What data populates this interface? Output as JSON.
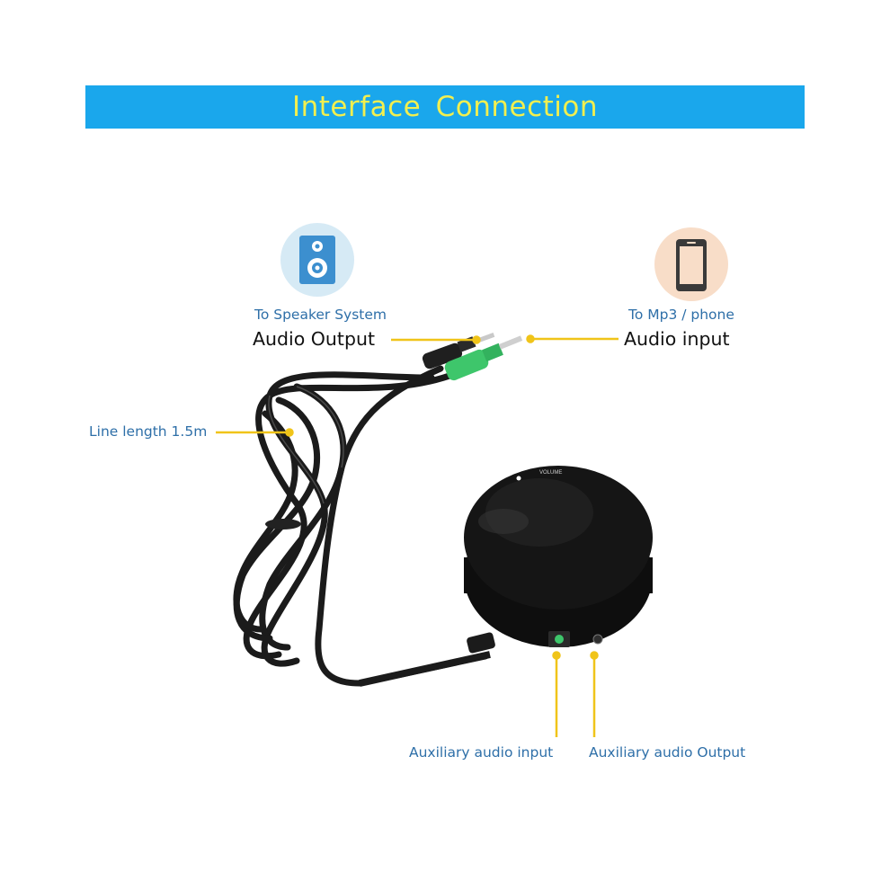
{
  "banner": {
    "title": "Interface  Connection"
  },
  "labels": {
    "speaker_caption": "To Speaker System",
    "speaker_label": "Audio Output",
    "phone_caption": "To Mp3 / phone",
    "phone_label": "Audio input",
    "line_length": "Line length 1.5m",
    "aux_input": "Auxiliary audio input",
    "aux_output": "Auxiliary audio Output",
    "device_print": "VOLUME"
  },
  "icons": {
    "speaker": "speaker-icon",
    "phone": "phone-icon"
  },
  "colors": {
    "banner": "#1aa7ec",
    "title": "#f2ef4f",
    "leader": "#f0c419",
    "caption": "#2e6fa8",
    "plug_green": "#3ec66b"
  }
}
